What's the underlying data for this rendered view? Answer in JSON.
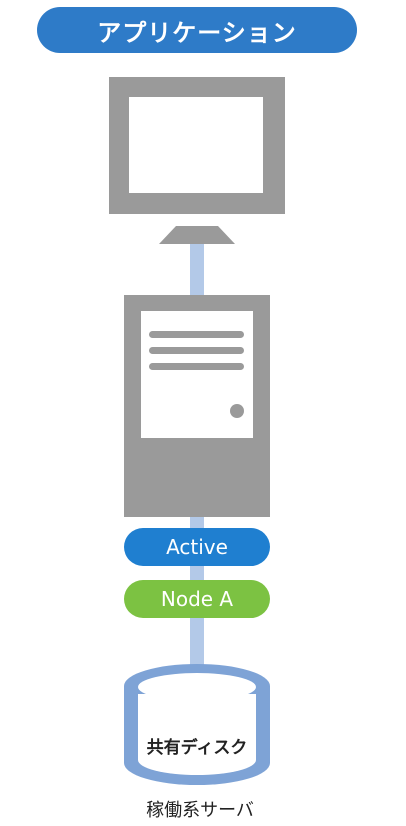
{
  "application": {
    "label": "アプリケーション"
  },
  "server": {
    "status_label": "Active",
    "node_label": "Node A",
    "caption": "稼働系サーバ"
  },
  "disk": {
    "label": "共有ディスク"
  },
  "colors": {
    "application_pill": "#2e7bc8",
    "status_active": "#1f7fd0",
    "node": "#7cc242",
    "connector": "#b3c9e8",
    "hardware": "#9a9a9a",
    "disk_outline": "#7ea3d6"
  }
}
